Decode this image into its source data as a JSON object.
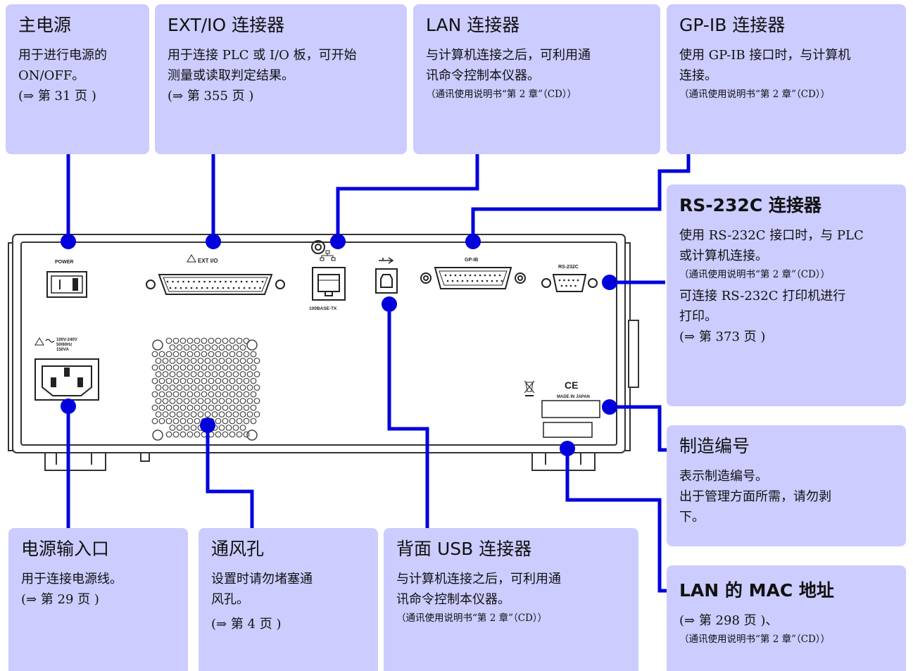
{
  "callouts": {
    "power": {
      "title": "主电源",
      "lines": [
        "用于进行电源的",
        "ON/OFF。",
        "(⇒ 第 31 页 )"
      ],
      "small": []
    },
    "extio": {
      "title": "EXT/IO 连接器",
      "lines": [
        "用于连接 PLC 或 I/O 板，可开始",
        "测量或读取判定结果。",
        "(⇒ 第 355 页 )"
      ],
      "small": []
    },
    "lan": {
      "title": "LAN 连接器",
      "lines": [
        "与计算机连接之后，可利用通",
        "讯命令控制本仪器。"
      ],
      "small": [
        "（通讯使用说明书“第 2 章”（CD））"
      ]
    },
    "gpib": {
      "title": "GP-IB 连接器",
      "lines": [
        "使用 GP-IB 接口时，与计算机",
        "连接。"
      ],
      "small": [
        "（通讯使用说明书“第 2 章”（CD））"
      ]
    },
    "rs232c": {
      "title": "RS-232C 连接器",
      "lines": [
        "使用 RS-232C 接口时，与 PLC",
        "或计算机连接。"
      ],
      "small": [
        "（通讯使用说明书“第 2 章”（CD））"
      ],
      "lines2": [
        "可连接 RS-232C 打印机进行",
        "打印。",
        "(⇒ 第 373 页 )"
      ]
    },
    "serial": {
      "title": "制造编号",
      "lines": [
        "表示制造编号。",
        "出于管理方面所需，请勿剥",
        "下。"
      ],
      "small": []
    },
    "mac": {
      "title": "LAN 的 MAC 地址",
      "lines": [
        "(⇒ 第 298 页 )、"
      ],
      "small": [
        "（通讯使用说明书“第 2 章”（CD））"
      ]
    },
    "power_inlet": {
      "title": "电源输入口",
      "lines": [
        "用于连接电源线。",
        "(⇒ 第 29 页 )"
      ],
      "small": []
    },
    "vent": {
      "title": "通风孔",
      "lines": [
        "设置时请勿堵塞通",
        "风孔。"
      ],
      "lines2": [
        "(⇒ 第 4 页 )"
      ],
      "small": []
    },
    "usb": {
      "title": "背面 USB 连接器",
      "lines": [
        "与计算机连接之后，可利用通",
        "讯命令控制本仪器。"
      ],
      "small": [
        "（通讯使用说明书“第 2 章”（CD））"
      ]
    }
  },
  "panel_labels": {
    "power": "POWER",
    "ext_io": "EXT I/O",
    "lan": "100BASE-TX",
    "gpib": "GP-IB",
    "rs232c": "RS-232C",
    "ac_rating": [
      "100V-240V",
      "50/60Hz",
      "150VA"
    ],
    "made_in": "MADE IN JAPAN",
    "ce": "CE"
  },
  "colors": {
    "callout_fill": "#ccccff",
    "leader": "#0000dd",
    "panel_line": "#333333"
  }
}
